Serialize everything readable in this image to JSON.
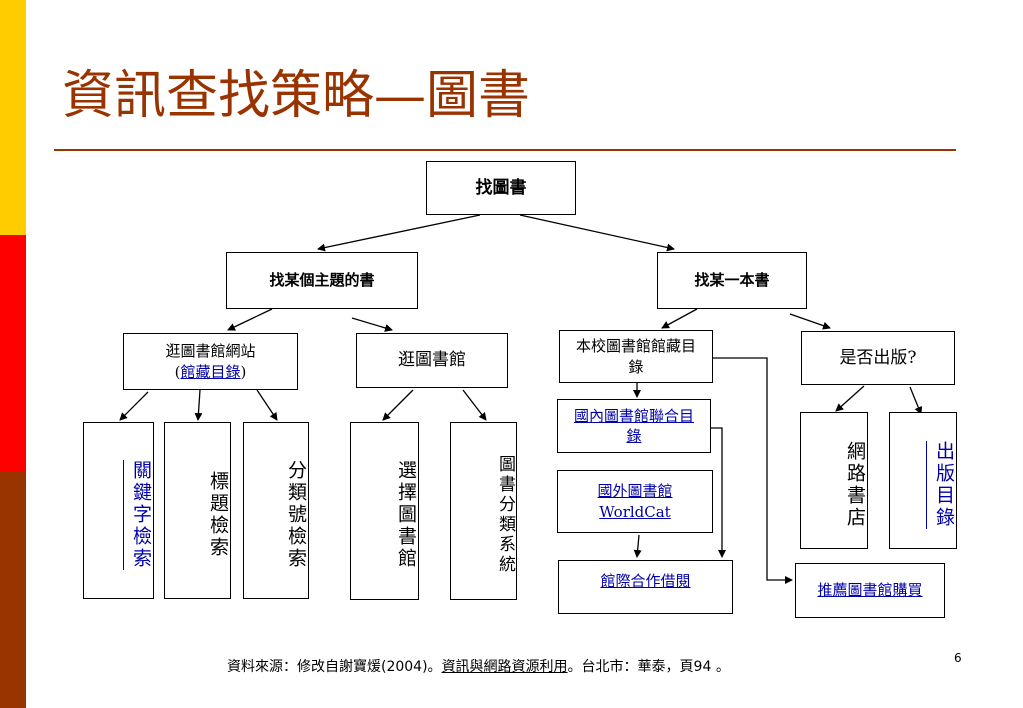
{
  "slide": {
    "title": "資訊查找策略—圖書",
    "page_number": "6",
    "colors": {
      "accent": "#993300",
      "bar_yellow": "#ffcc00",
      "bar_red": "#ff0000",
      "bar_brown": "#993300",
      "link": "#0000aa"
    }
  },
  "diagram": {
    "root": "找圖書",
    "branch_topic": "找某個主題的書",
    "branch_specific": "找某一本書",
    "browse_website_line1": "逛圖書館網站",
    "browse_website_line2_open": "(",
    "browse_website_link": "館藏目錄",
    "browse_website_line2_close": ")",
    "browse_library": "逛圖書館",
    "school_catalog": "本校圖書館館藏目錄",
    "published": "是否出版?",
    "keyword_search": "關鍵字檢索",
    "subject_search": "標題檢索",
    "classification_search": "分類號檢索",
    "choose_library": "選擇圖書館",
    "library_classification": "圖書分類系統",
    "domestic_union_catalog": "國內圖書館聯合目錄",
    "foreign_library": "國外圖書館",
    "worldcat": "WorldCat",
    "interlibrary_loan": "館際合作借閱",
    "recommend_purchase": "推薦圖書館購買",
    "online_bookstore": "網路書店",
    "out_of_print": "出版目錄"
  },
  "footer": {
    "source_prefix": "資料來源：修改自謝寶煖(2004)。",
    "book_title": "資訊與網路資源利用",
    "source_suffix": "。台北市：華泰，頁94 。"
  }
}
